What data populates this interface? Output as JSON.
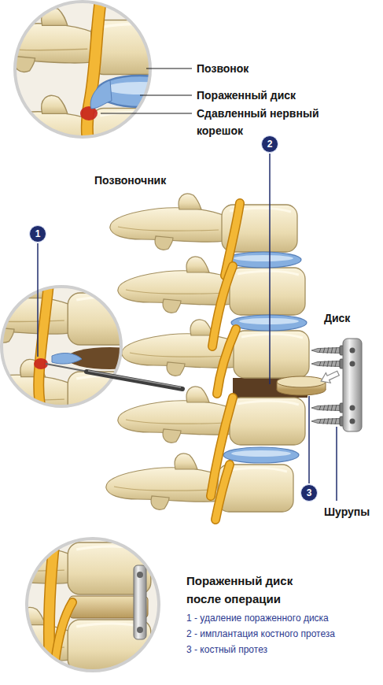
{
  "diagram": {
    "nodes": [
      {
        "text": [
          "1"
        ]
      },
      {
        "text": [
          "2"
        ]
      },
      {
        "text": [
          "3"
        ]
      }
    ],
    "labels": [
      "Позвонок",
      "Пораженный диск",
      "Сдавленный нервный корешок",
      "Позвоночник",
      "Диск",
      "Шурупы",
      "Пораженный диск после операции",
      "1 - удаление пораженного диска",
      "2 - имплантация костного протеза",
      "3 - костный протез"
    ]
  }
}
